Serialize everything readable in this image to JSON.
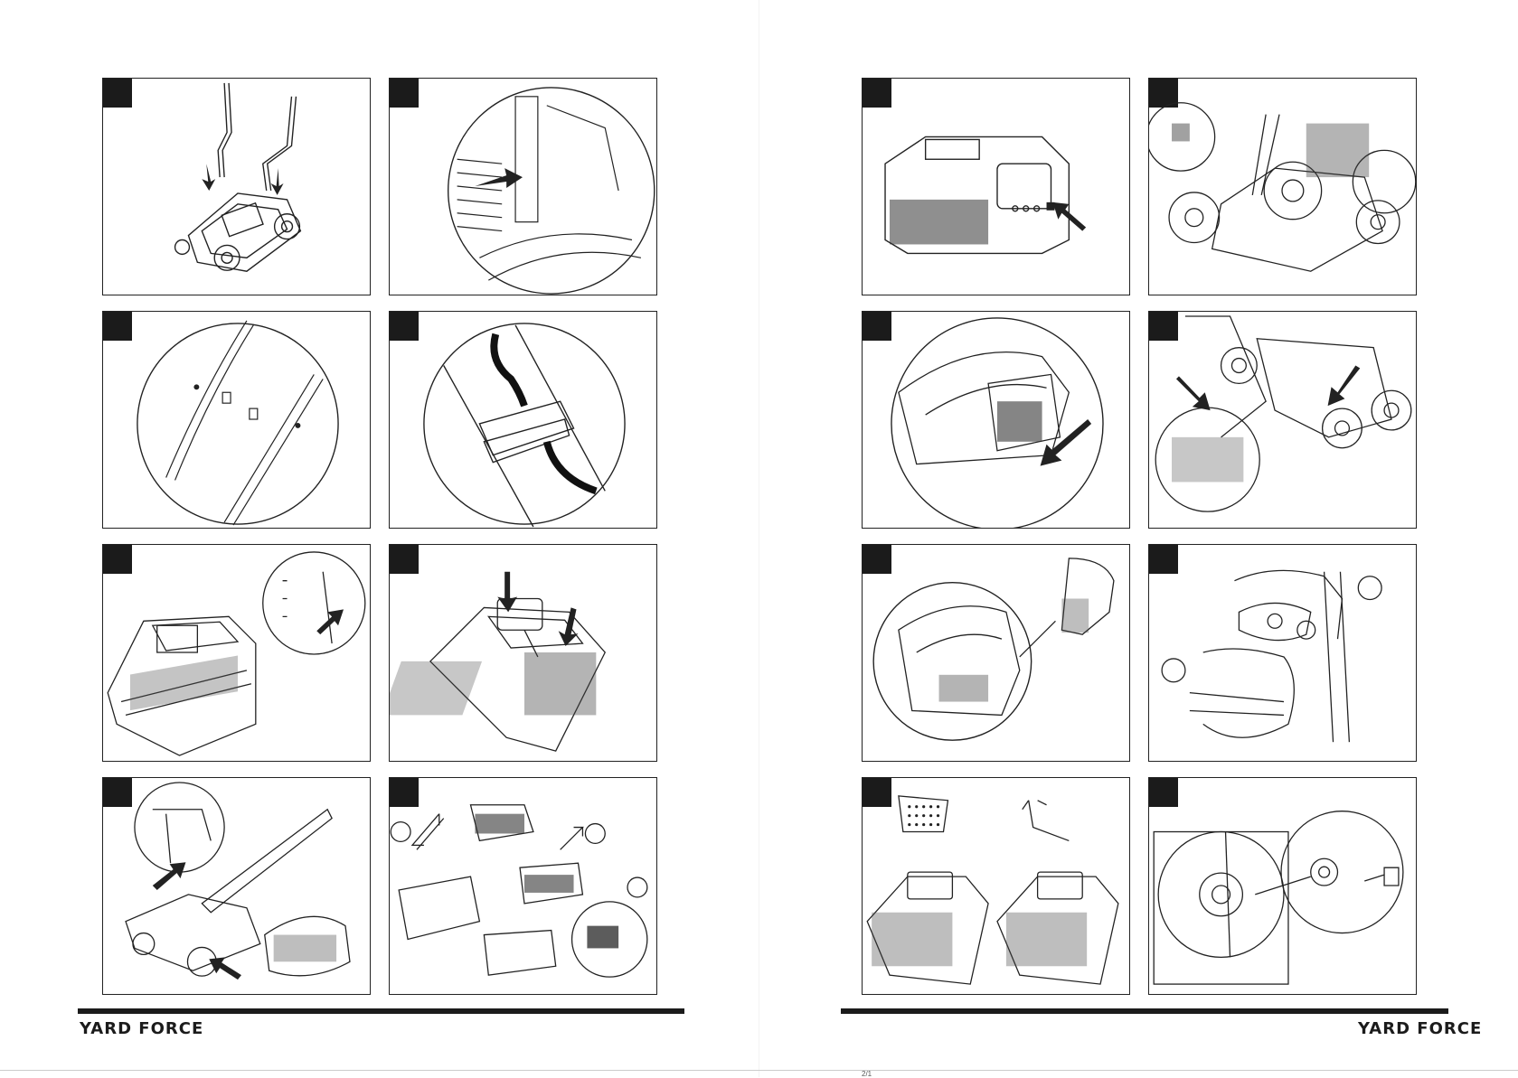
{
  "brand_left": "YARD FORCE",
  "brand_right": "YARD FORCE",
  "page_number_right": "2/1",
  "callout_labels": {
    "right_panel_8_a": "",
    "right_panel_8_b": "",
    "left_panel_8_a": "",
    "left_panel_8_b": "",
    "left_panel_8_c": ""
  }
}
